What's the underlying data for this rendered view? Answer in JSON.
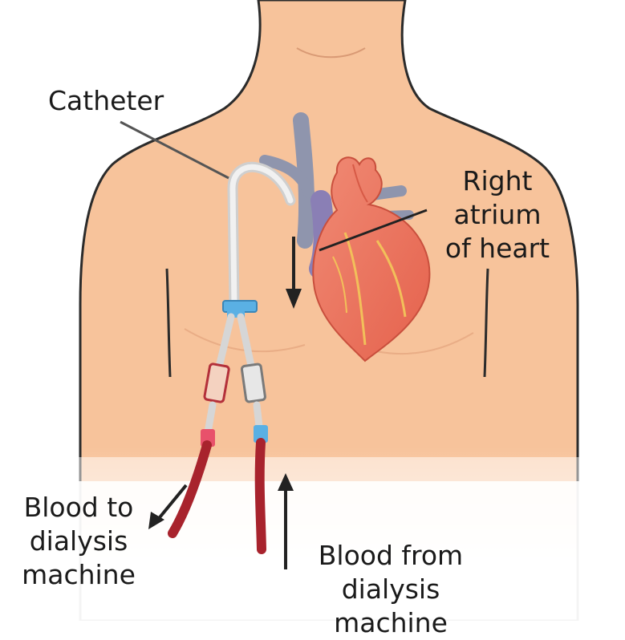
{
  "labels": {
    "catheter": "Catheter",
    "right_atrium": [
      "Right",
      "atrium",
      "of heart"
    ],
    "blood_to": [
      "Blood to",
      "dialysis",
      "machine"
    ],
    "blood_from": [
      "Blood from",
      "dialysis",
      "machine"
    ]
  },
  "colors": {
    "skin": "#f7c39b",
    "skin_line": "#2b2b2b",
    "heart": "#e8735f",
    "vessel": "#8f95ad",
    "catheter": "#dcdcdc",
    "clamp_blue": "#5ab0e4",
    "red_line": "#a8232d",
    "arrow": "#222222"
  },
  "icons": [
    "torso-illustration",
    "heart-icon",
    "catheter-tube",
    "clamp-icon",
    "arrow-down-icon",
    "arrow-up-icon",
    "arrow-down-left-icon"
  ]
}
